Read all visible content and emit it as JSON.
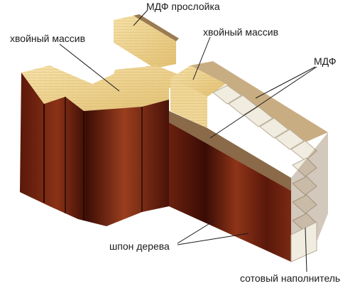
{
  "labels": {
    "mdf_interlayer": "МДФ прослойка",
    "pine_solid_left": "хвойный массив",
    "pine_solid_right": "хвойный массив",
    "mdf": "МДФ",
    "wood_veneer": "шпон дерева",
    "honeycomb_filler": "сотовый наполнитель"
  },
  "colors": {
    "veneer_dark": "#4a1208",
    "veneer_mid": "#7a2a14",
    "veneer_light": "#9a3e1e",
    "pine_light": "#f2dca0",
    "pine_mid": "#e6c67a",
    "mdf_board": "#8a6a48",
    "honeycomb": "#f1ece0",
    "leader_line": "#1a1a1a"
  }
}
